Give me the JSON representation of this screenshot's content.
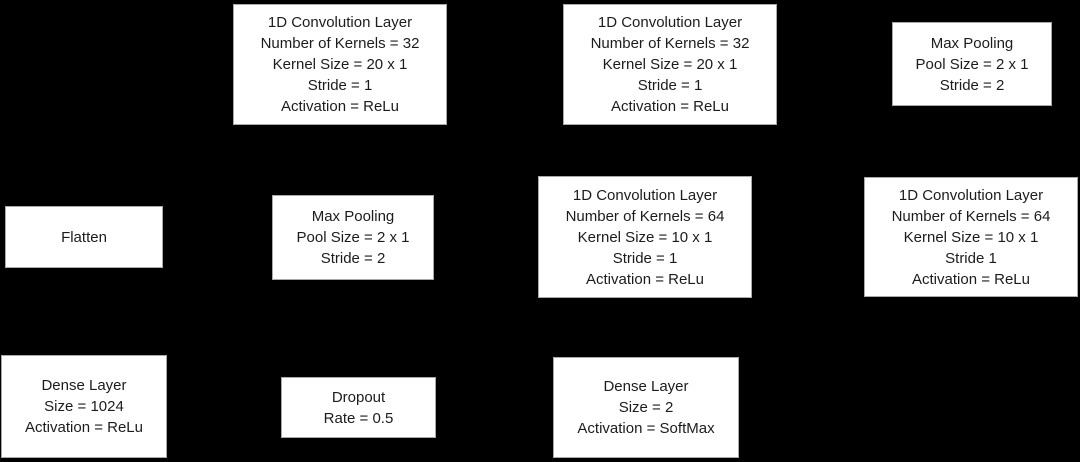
{
  "diagram": {
    "type": "neural-network-architecture",
    "colors": {
      "background": "#000000",
      "box_fill": "#ffffff",
      "box_border": "#a9a9a9",
      "text": "#1c1c1c"
    },
    "rows": [
      {
        "boxes": [
          {
            "id": "conv1",
            "lines": [
              "1D Convolution Layer",
              "Number of Kernels = 32",
              "Kernel Size = 20 x 1",
              "Stride = 1",
              "Activation = ReLu"
            ]
          },
          {
            "id": "conv2",
            "lines": [
              "1D Convolution Layer",
              "Number of Kernels = 32",
              "Kernel Size = 20 x 1",
              "Stride = 1",
              "Activation = ReLu"
            ]
          },
          {
            "id": "maxpool1",
            "lines": [
              "Max Pooling",
              "Pool Size = 2 x 1",
              "Stride = 2"
            ]
          }
        ]
      },
      {
        "boxes": [
          {
            "id": "flatten",
            "lines": [
              "Flatten"
            ]
          },
          {
            "id": "maxpool2",
            "lines": [
              "Max Pooling",
              "Pool Size = 2 x 1",
              "Stride = 2"
            ]
          },
          {
            "id": "conv3",
            "lines": [
              "1D Convolution Layer",
              "Number of Kernels = 64",
              "Kernel Size = 10 x 1",
              "Stride = 1",
              "Activation = ReLu"
            ]
          },
          {
            "id": "conv4",
            "lines": [
              "1D Convolution Layer",
              "Number of Kernels = 64",
              "Kernel Size = 10 x 1",
              "Stride 1",
              "Activation = ReLu"
            ]
          }
        ]
      },
      {
        "boxes": [
          {
            "id": "dense1",
            "lines": [
              "Dense Layer",
              "Size = 1024",
              "Activation = ReLu"
            ]
          },
          {
            "id": "dropout",
            "lines": [
              "Dropout",
              "Rate = 0.5"
            ]
          },
          {
            "id": "dense2",
            "lines": [
              "Dense Layer",
              "Size = 2",
              "Activation = SoftMax"
            ]
          }
        ]
      }
    ]
  }
}
